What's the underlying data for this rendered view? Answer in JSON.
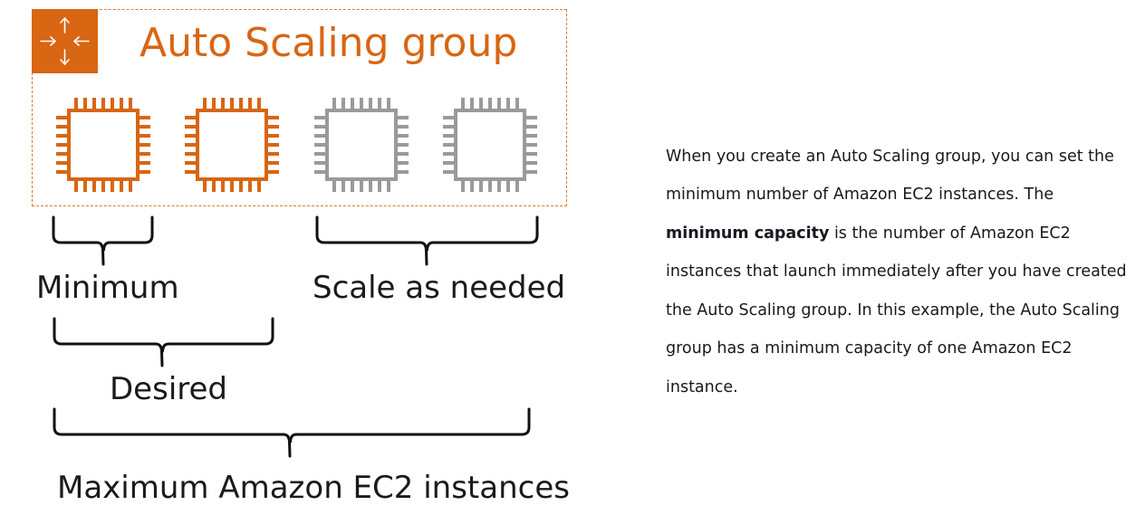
{
  "diagram": {
    "group_title": "Auto Scaling group",
    "group_icon": "auto-scaling-arrows-icon",
    "instances": [
      {
        "icon": "ec2-instance-chip-icon",
        "state": "running",
        "color": "#d86613"
      },
      {
        "icon": "ec2-instance-chip-icon",
        "state": "running",
        "color": "#d86613"
      },
      {
        "icon": "ec2-instance-chip-icon",
        "state": "standby",
        "color": "#9a9a9a"
      },
      {
        "icon": "ec2-instance-chip-icon",
        "state": "standby",
        "color": "#9a9a9a"
      }
    ],
    "labels": {
      "minimum": "Minimum",
      "scale": "Scale as needed",
      "desired": "Desired",
      "maximum": "Maximum Amazon EC2 instances"
    },
    "colors": {
      "accent": "#d86613",
      "inactive": "#9a9a9a",
      "dashed_border": "#e07a2f"
    }
  },
  "description": {
    "part1": "When you create an Auto Scaling group, you can set the minimum number of Amazon EC2 instances. The ",
    "bold": "minimum capacity",
    "part2": " is the number of Amazon EC2 instances that launch immediately after you have created the Auto Scaling group. In this example, the Auto Scaling group has a minimum capacity of one Amazon EC2 instance."
  }
}
